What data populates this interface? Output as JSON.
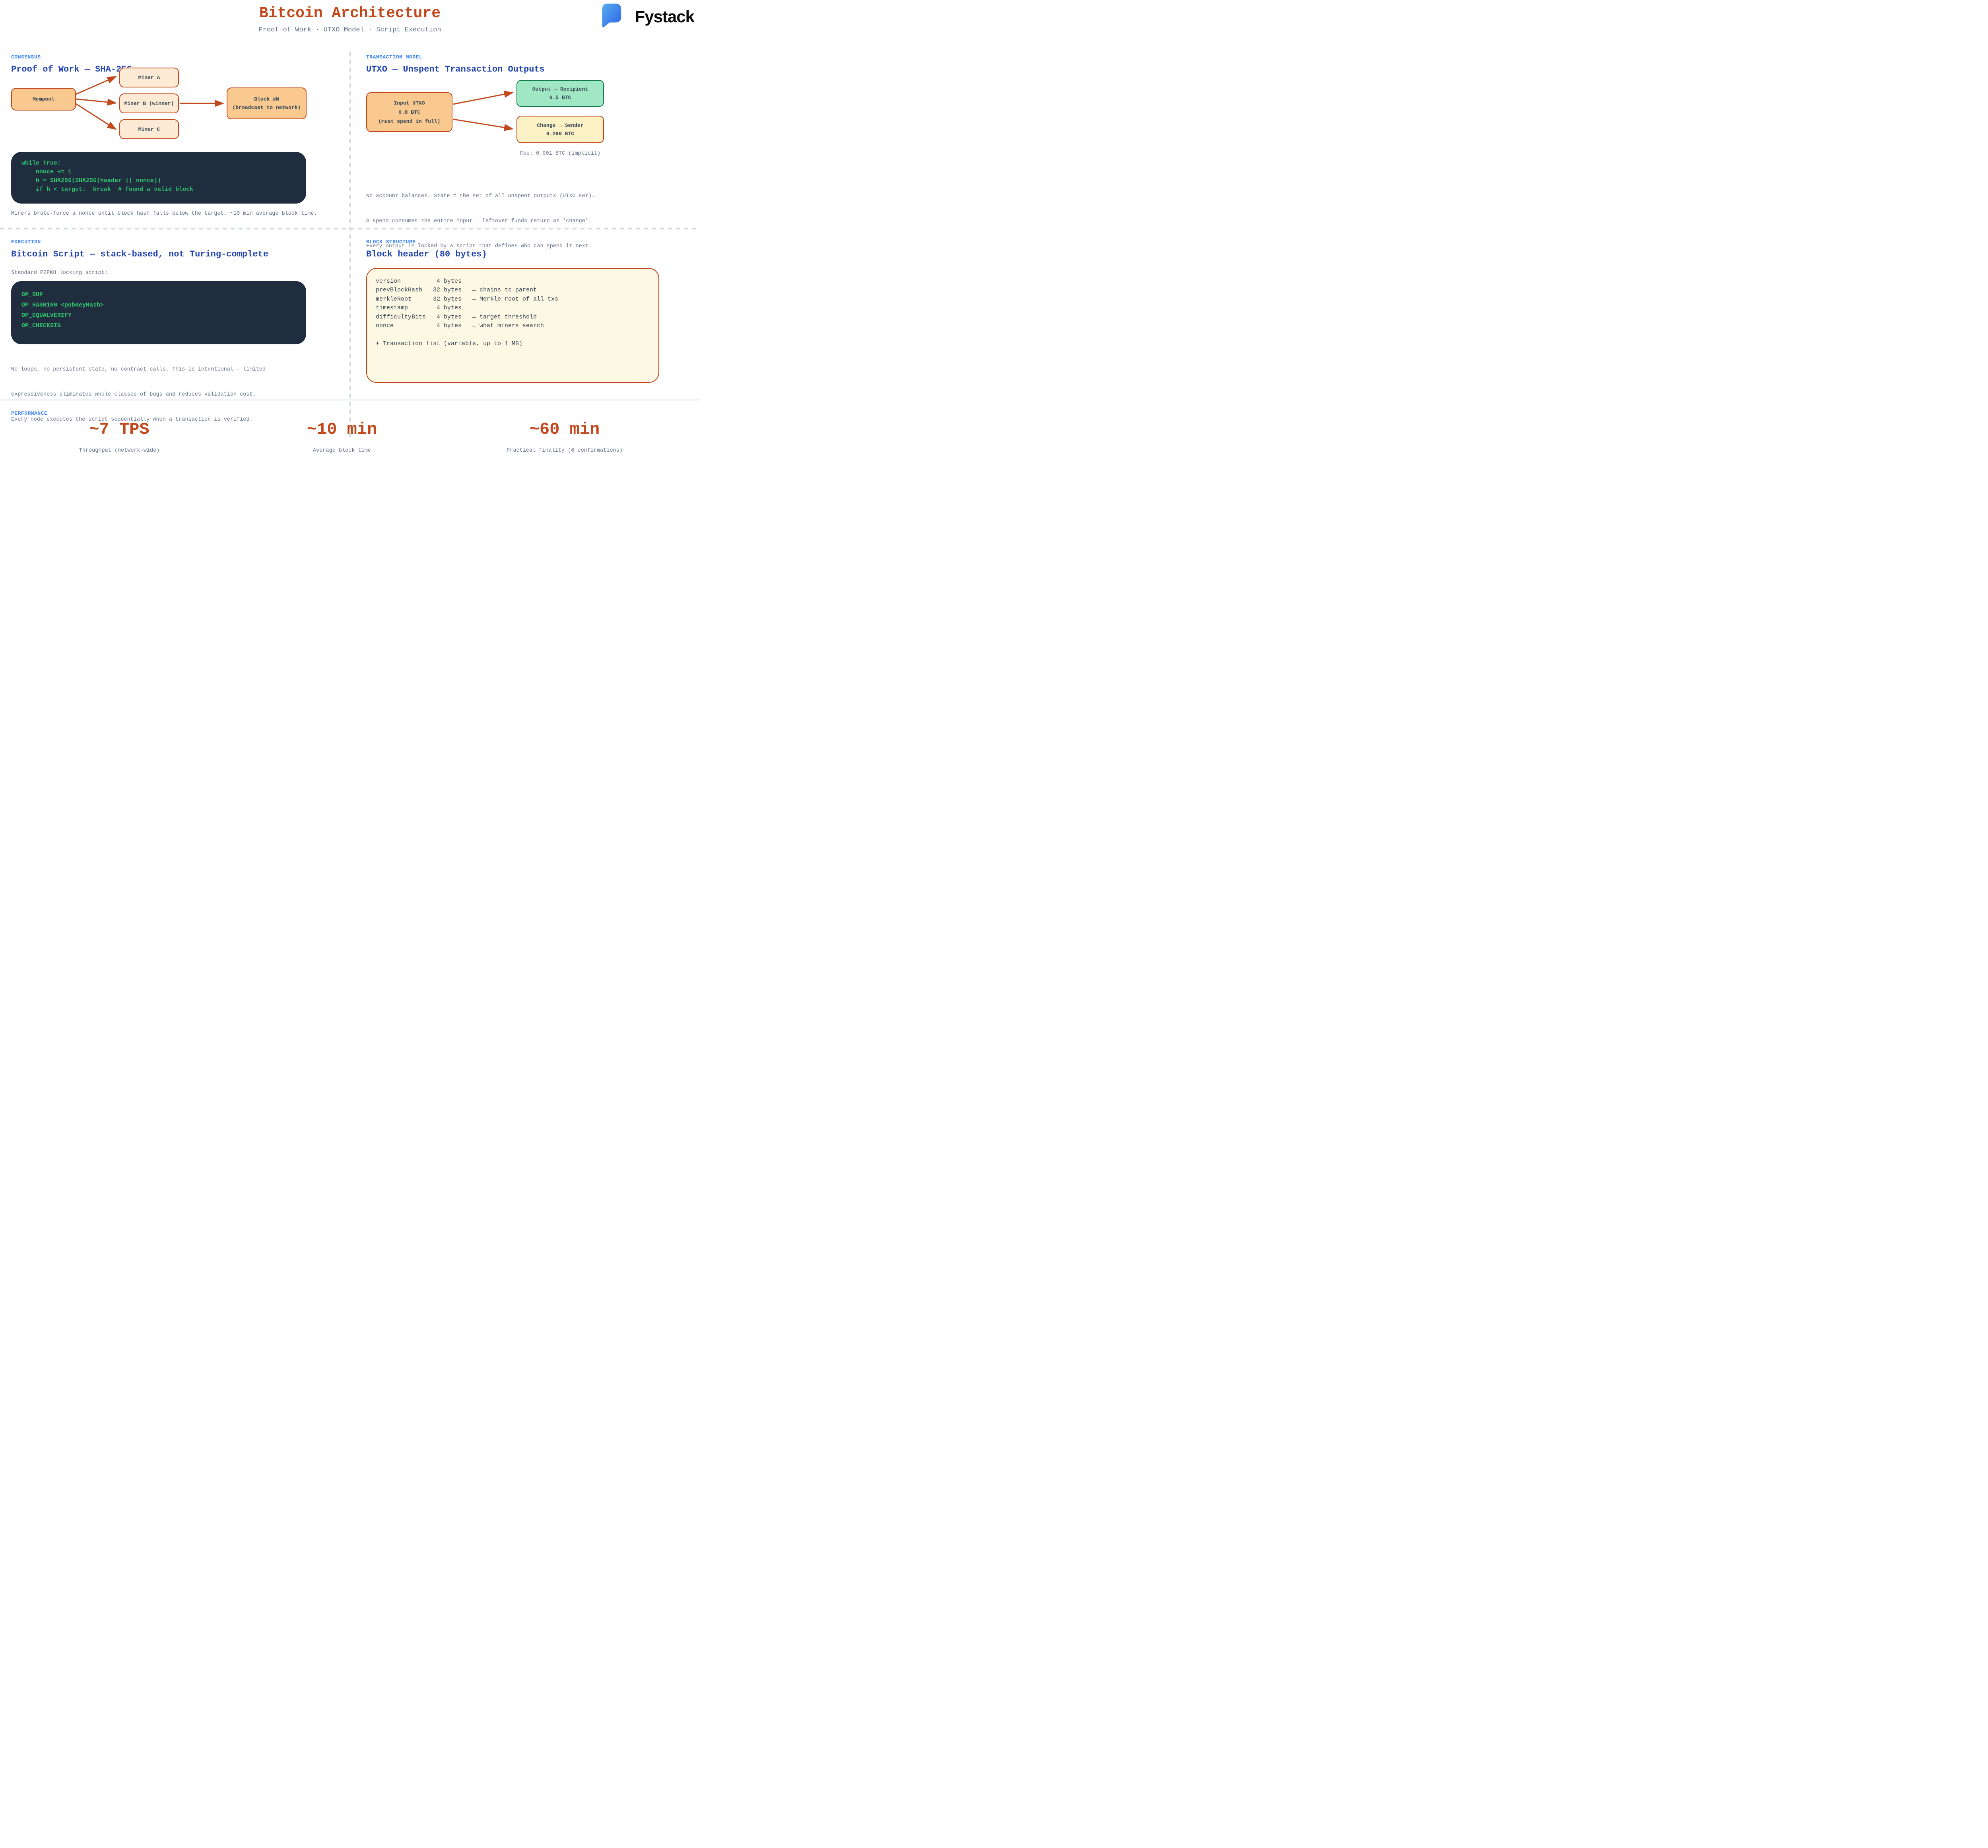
{
  "header": {
    "title": "Bitcoin Architecture",
    "subtitle": "Proof of Work · UTXO Model · Script Execution",
    "brand": "Fystack"
  },
  "colors": {
    "accent_orange": "#c3481b",
    "heading_blue": "#2244b4",
    "label_blue": "#3b82f6",
    "body_gray": "#64748b",
    "box_text_navy": "#364658",
    "code_bg": "#1f2d3f",
    "code_green": "#2fc56d",
    "peach_dark_fill": "#f9c98f",
    "peach_light_fill": "#fcead4",
    "green_fill": "#a0e8c3",
    "green_border": "#177c4b",
    "yellow_fill": "#fdf2c6",
    "cream_fill": "#fdf8e3",
    "divider_gray": "#cbd5e1",
    "logo_blue_light": "#58aaf1",
    "logo_blue_dark": "#2e66e7"
  },
  "consensus": {
    "label": "CONSENSUS",
    "heading": "Proof of Work — SHA-256",
    "nodes": {
      "mempool": "Mempool",
      "miner_a": "Miner A",
      "miner_b": "Miner B (winner)",
      "miner_c": "Miner C",
      "block_line1": "Block #N",
      "block_line2": "(broadcast to network)"
    },
    "code": [
      "while True:",
      "    nonce += 1",
      "    h = SHA256(SHA256(header || nonce))",
      "    if h < target:  break  # found a valid block"
    ],
    "caption": "Miners brute-force a nonce until block hash falls below the target. ~10 min average block time."
  },
  "transaction_model": {
    "label": "TRANSACTION MODEL",
    "heading": "UTXO — Unspent Transaction Outputs",
    "input_utxo": [
      "Input UTXO",
      "0.8 BTC",
      "(must spend in full)"
    ],
    "output": [
      "Output → Recipient",
      "0.5 BTC"
    ],
    "change": [
      "Change → Sender",
      "0.299 BTC"
    ],
    "fee_caption": "Fee: 0.001 BTC (implicit)",
    "notes": [
      "No account balances. State = the set of all unspent outputs (UTXO set).",
      "A spend consumes the entire input — leftover funds return as 'change'.",
      "Every output is locked by a script that defines who can spend it next."
    ]
  },
  "execution": {
    "label": "EXECUTION",
    "heading": "Bitcoin Script — stack-based, not Turing-complete",
    "intro": "Standard P2PKH locking script:",
    "code": [
      "OP_DUP",
      "OP_HASH160 <pubKeyHash>",
      "OP_EQUALVERIFY",
      "OP_CHECKSIG"
    ],
    "notes": [
      "No loops, no persistent state, no contract calls. This is intentional — limited",
      "expressiveness eliminates whole classes of bugs and reduces validation cost.",
      "Every node executes the script sequentially when a transaction is verified."
    ]
  },
  "block_structure": {
    "label": "BLOCK STRUCTURE",
    "heading": "Block header (80 bytes)",
    "fields": [
      {
        "name": "version",
        "size": "4 bytes",
        "note": ""
      },
      {
        "name": "prevBlockHash",
        "size": "32 bytes",
        "note": "← chains to parent"
      },
      {
        "name": "merkleRoot",
        "size": "32 bytes",
        "note": "← Merkle root of all txs"
      },
      {
        "name": "timestamp",
        "size": "4 bytes",
        "note": ""
      },
      {
        "name": "difficultyBits",
        "size": "4 bytes",
        "note": "← target threshold"
      },
      {
        "name": "nonce",
        "size": "4 bytes",
        "note": "← what miners search"
      }
    ],
    "footer": "+ Transaction list (variable, up to 1 MB)"
  },
  "performance": {
    "label": "PERFORMANCE",
    "stats": [
      {
        "value": "~7 TPS",
        "caption": "Throughput (network-wide)"
      },
      {
        "value": "~10 min",
        "caption": "Average block time"
      },
      {
        "value": "~60 min",
        "caption": "Practical finality (6 confirmations)"
      }
    ]
  }
}
